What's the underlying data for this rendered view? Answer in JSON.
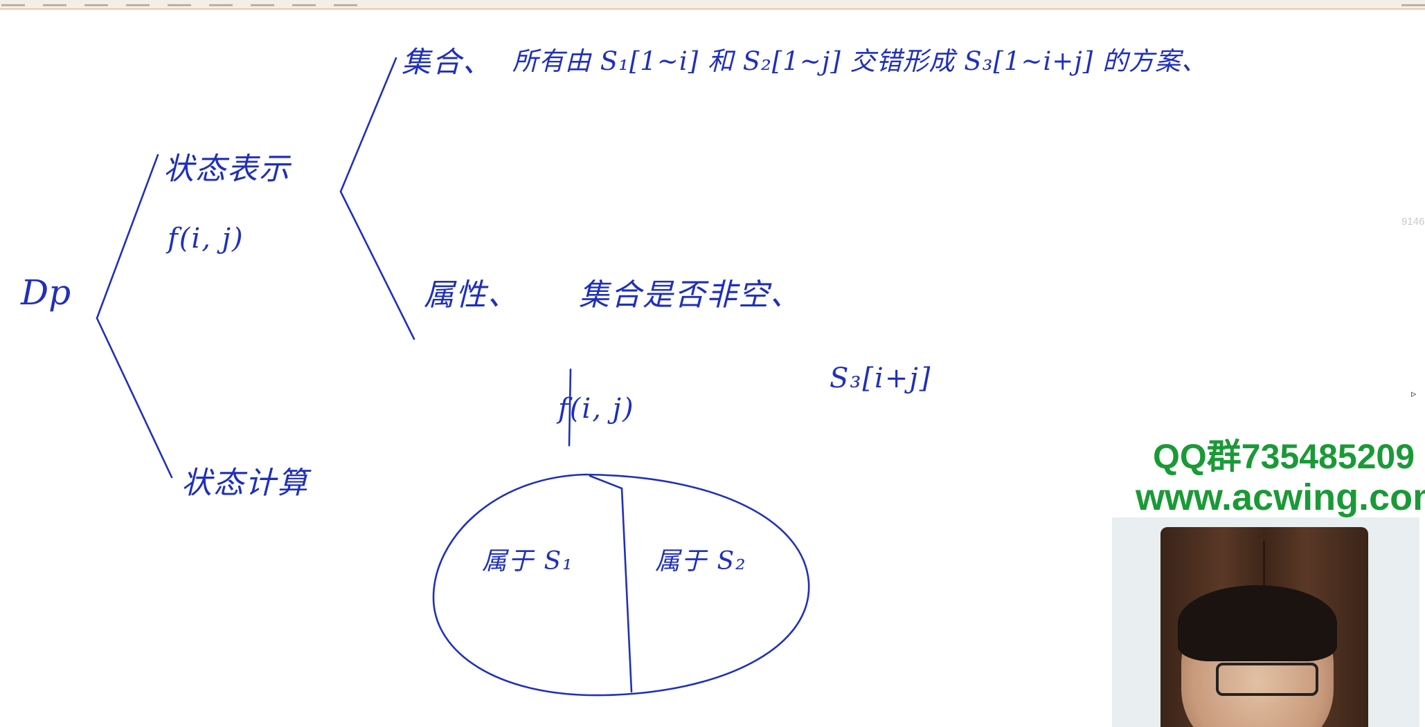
{
  "whiteboard": {
    "root_label": "Dp",
    "state_representation": "状态表示",
    "state_function": "f(i, j)",
    "set_label": "集合、",
    "set_description": "所有由 S₁[1~i] 和 S₂[1~j] 交错形成 S₃[1~i+j] 的方案、",
    "attribute_label": "属性、",
    "attribute_value": "集合是否非空、",
    "state_computation": "状态计算",
    "s3_index": "S₃[i+j]",
    "diagram_function": "f(i, j)",
    "left_part": "属于 S₁",
    "right_part": "属于 S₂"
  },
  "watermark": {
    "qq_group": "QQ群735485209",
    "website": "www.acwing.com"
  },
  "margin_number": "9146"
}
